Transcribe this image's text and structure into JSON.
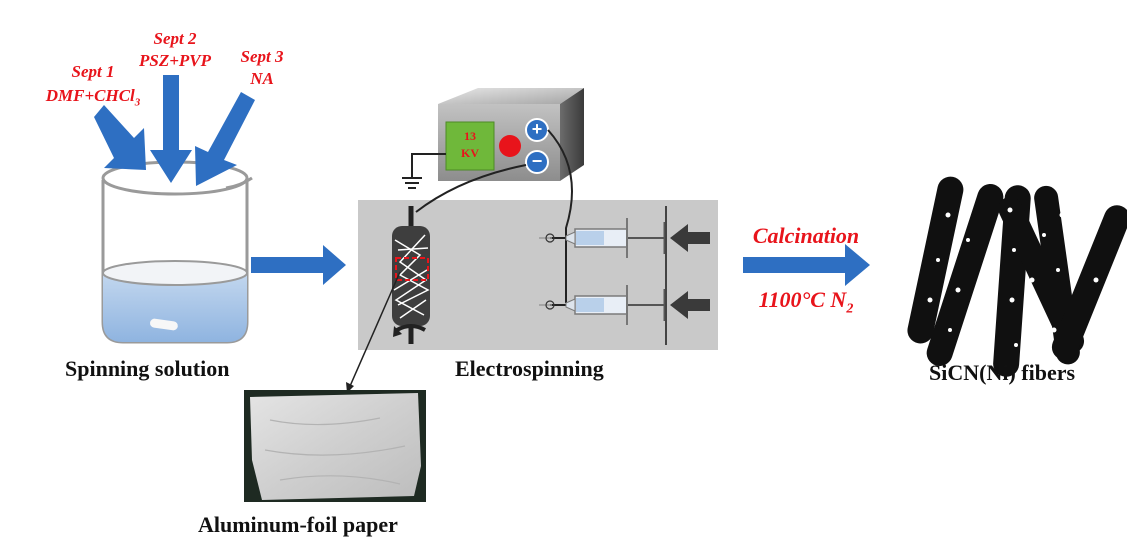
{
  "steps": {
    "step1": {
      "title": "Sept 1",
      "reagent_a": "DMF+CHCl",
      "reagent_sub": "3"
    },
    "step2": {
      "title": "Sept 2",
      "reagent": "PSZ+PVP"
    },
    "step3": {
      "title": "Sept 3",
      "reagent": "NA"
    }
  },
  "power_supply": {
    "voltage_value": "13",
    "voltage_unit": "KV",
    "plus_symbol": "+",
    "minus_symbol": "−"
  },
  "calcination": {
    "label": "Calcination",
    "temperature": "1100°C N",
    "temperature_sub": "2"
  },
  "captions": {
    "spinning_solution": "Spinning solution",
    "electrospinning": "Electrospinning",
    "fibers": "SiCN(Ni) fibers",
    "foil": "Aluminum-foil paper"
  },
  "colors": {
    "arrow_blue": "#2e6fc2",
    "label_red": "#e8141b",
    "psu_green": "#6fb83a",
    "panel_gray": "#c9c9c9"
  }
}
